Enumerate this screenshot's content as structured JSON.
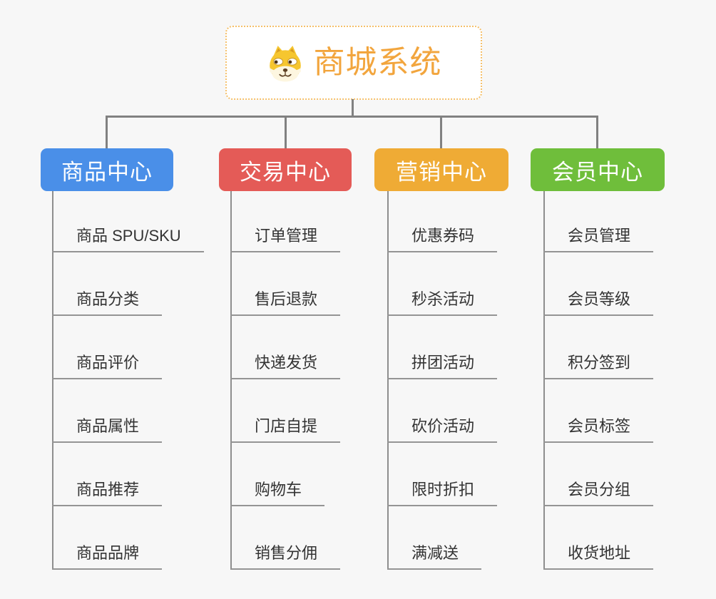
{
  "page": {
    "background_color": "#f7f7f7",
    "connector_color": "#818181",
    "leaf_text_color": "#333333",
    "leaf_underline_color": "#949494"
  },
  "root": {
    "label": "商城系统",
    "icon": "dog-face-icon",
    "text_color": "#f2a53d",
    "border_color": "#f5c06a",
    "background": "#ffffff"
  },
  "branches": [
    {
      "label": "商品中心",
      "color": "#4a8fe8",
      "items": [
        "商品 SPU/SKU",
        "商品分类",
        "商品评价",
        "商品属性",
        "商品推荐",
        "商品品牌"
      ]
    },
    {
      "label": "交易中心",
      "color": "#e45b57",
      "items": [
        "订单管理",
        "售后退款",
        "快递发货",
        "门店自提",
        "购物车",
        "销售分佣"
      ]
    },
    {
      "label": "营销中心",
      "color": "#efab35",
      "items": [
        "优惠券码",
        "秒杀活动",
        "拼团活动",
        "砍价活动",
        "限时折扣",
        "满减送"
      ]
    },
    {
      "label": "会员中心",
      "color": "#6fbe3b",
      "items": [
        "会员管理",
        "会员等级",
        "积分签到",
        "会员标签",
        "会员分组",
        "收货地址"
      ]
    }
  ]
}
